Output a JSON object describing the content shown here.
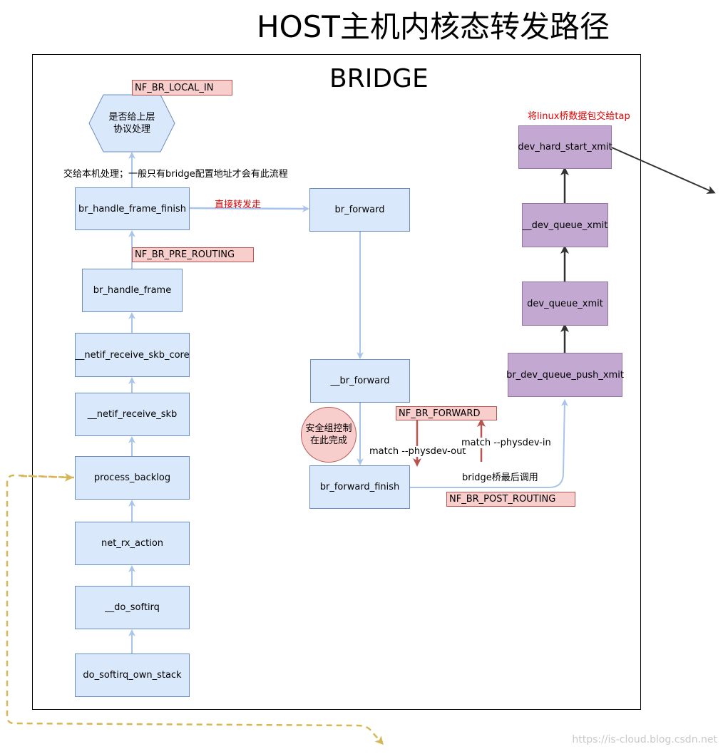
{
  "title": "HOST主机内核态转发路径",
  "bridge_title": "BRIDGE",
  "nodes": {
    "do_softirq_own_stack": "do_softirq_own_stack",
    "do_softirq": "__do_softirq",
    "net_rx_action": "net_rx_action",
    "process_backlog": "process_backlog",
    "netif_receive_skb": "__netif_receive_skb",
    "netif_receive_skb_core": "__netif_receive_skb_core",
    "br_handle_frame": "br_handle_frame",
    "br_handle_frame_finish": "br_handle_frame_finish",
    "br_forward": "br_forward",
    "__br_forward": "__br_forward",
    "br_forward_finish": "br_forward_finish",
    "br_dev_queue_push_xmit": "br_dev_queue_push_xmit",
    "dev_queue_xmit": "dev_queue_xmit",
    "__dev_queue_xmit": "__dev_queue_xmit",
    "dev_hard_start_xmit": "dev_hard_start_xmit"
  },
  "hooks": {
    "local_in": "NF_BR_LOCAL_IN",
    "pre_routing": "NF_BR_PRE_ROUTING",
    "forward": "NF_BR_FORWARD",
    "post_routing": "NF_BR_POST_ROUTING"
  },
  "hexagon": {
    "line1": "是否给上层",
    "line2": "协议处理"
  },
  "circle": {
    "line1": "安全组控制",
    "line2": "在此完成"
  },
  "labels": {
    "local_deliver": "交给本机处理；一般只有bridge配置地址才会有此流程",
    "direct_forward": "直接转发走",
    "tap_note": "将linux桥数据包交给tap",
    "physdev_out": "match --physdev-out",
    "physdev_in": "match --physdev-in",
    "last_call": "bridge桥最后调用"
  },
  "watermark": "https://is-cloud.blog.csdn.net",
  "colors": {
    "blue_fill": "#dae8fc",
    "blue_arrow": "#a9c4eb",
    "purple_fill": "#c3a8d1",
    "red_fill": "#f8cecc",
    "dark_red_arrow": "#b85450",
    "red_text": "#e00000",
    "dashed_arrow": "#d6b656"
  }
}
